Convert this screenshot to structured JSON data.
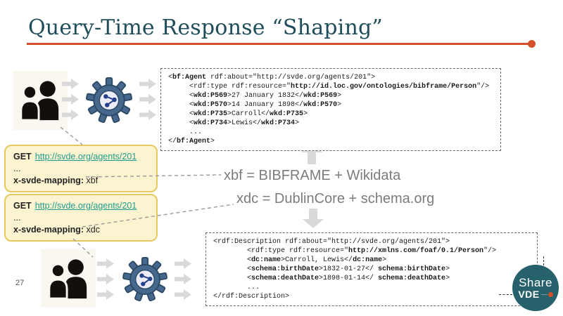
{
  "slide": {
    "title": "Query-Time Response “Shaping”",
    "page_number": "27"
  },
  "colors": {
    "accent_orange": "#D5502A",
    "title_teal": "#204D5B",
    "link_teal": "#1E9C8F",
    "request_box_bg": "#FCF3D0",
    "request_box_border": "#E5C95F",
    "gear_blue": "#46688C",
    "gear_outline": "#2C4A66",
    "share_node_blue": "#24418C",
    "flow_arrow_gray": "#D9D9D9",
    "label_gray": "#7C7C7C",
    "logo_teal": "#27616C"
  },
  "labels": {
    "xbf_mapping": "xbf = BIBFRAME + Wikidata",
    "xdc_mapping": "xdc = DublinCore + schema.org"
  },
  "requests": [
    {
      "method": "GET",
      "url": "http://svde.org/agents/201",
      "ellipsis": "...",
      "header_label": "x-svde-mapping:",
      "header_value": "xbf"
    },
    {
      "method": "GET",
      "url": "http://svde.org/agents/201",
      "ellipsis": "...",
      "header_label": "x-svde-mapping:",
      "header_value": "xdc"
    }
  ],
  "code_blocks": [
    {
      "name": "bibframe-wikidata-response",
      "lines": [
        [
          [
            "<",
            0
          ],
          [
            "bf:Agent",
            1
          ],
          [
            " rdf:about=\"http://svde.org/agents/201\">",
            0
          ]
        ],
        [
          [
            "     <rdf:type rdf:resource=\"",
            0
          ],
          [
            "http://id.loc.gov/ontologies/bibframe/Person",
            1
          ],
          [
            "\"/>",
            0
          ]
        ],
        [
          [
            "     <",
            0
          ],
          [
            "wkd:P569",
            1
          ],
          [
            ">27 January 1832</",
            0
          ],
          [
            "wkd:P569",
            1
          ],
          [
            ">",
            0
          ]
        ],
        [
          [
            "     <",
            0
          ],
          [
            "wkd:P570",
            1
          ],
          [
            ">14 January 1898</",
            0
          ],
          [
            "wkd:P570",
            1
          ],
          [
            ">",
            0
          ]
        ],
        [
          [
            "     <",
            0
          ],
          [
            "wkd:P735",
            1
          ],
          [
            ">Carroll</",
            0
          ],
          [
            "wkd:P735",
            1
          ],
          [
            ">",
            0
          ]
        ],
        [
          [
            "     <",
            0
          ],
          [
            "wkd:P734",
            1
          ],
          [
            ">Lewis</",
            0
          ],
          [
            "wkd:P734",
            1
          ],
          [
            ">",
            0
          ]
        ],
        [
          [
            "     ...",
            0
          ]
        ],
        [
          [
            "</",
            0
          ],
          [
            "bf:Agent",
            1
          ],
          [
            ">",
            0
          ]
        ]
      ]
    },
    {
      "name": "dublincore-schema-response",
      "lines": [
        [
          [
            "<rdf:Description rdf:about=\"http://svde.org/agents/201\">",
            0
          ]
        ],
        [
          [
            "        <rdf:type rdf:resource=\"",
            0
          ],
          [
            "http://xmlns.com/foaf/0.1/Person",
            1
          ],
          [
            "\"/>",
            0
          ]
        ],
        [
          [
            "        <",
            0
          ],
          [
            "dc:name",
            1
          ],
          [
            ">Carroll, Lewis</",
            0
          ],
          [
            "dc:name",
            1
          ],
          [
            ">",
            0
          ]
        ],
        [
          [
            "        <",
            0
          ],
          [
            "schema:birthDate",
            1
          ],
          [
            ">1832-01-27</ ",
            0
          ],
          [
            "schema:birthDate",
            1
          ],
          [
            ">",
            0
          ]
        ],
        [
          [
            "        <",
            0
          ],
          [
            "schema:deathDate",
            1
          ],
          [
            ">1898-01-14</ ",
            0
          ],
          [
            "schema:deathDate",
            1
          ],
          [
            ">",
            0
          ]
        ],
        [
          [
            "        ...",
            0
          ]
        ],
        [
          [
            "</rdf:Description>",
            0
          ]
        ]
      ]
    }
  ],
  "logo": {
    "line1": "Share",
    "line2": "VDE"
  },
  "icons": {
    "users": "users-icon",
    "gear": "gear-icon",
    "share_network": "share-network-icon",
    "flow_arrow": "arrow-right-icon",
    "up_arrow": "arrow-up-icon",
    "down_arrow": "arrow-down-icon"
  }
}
